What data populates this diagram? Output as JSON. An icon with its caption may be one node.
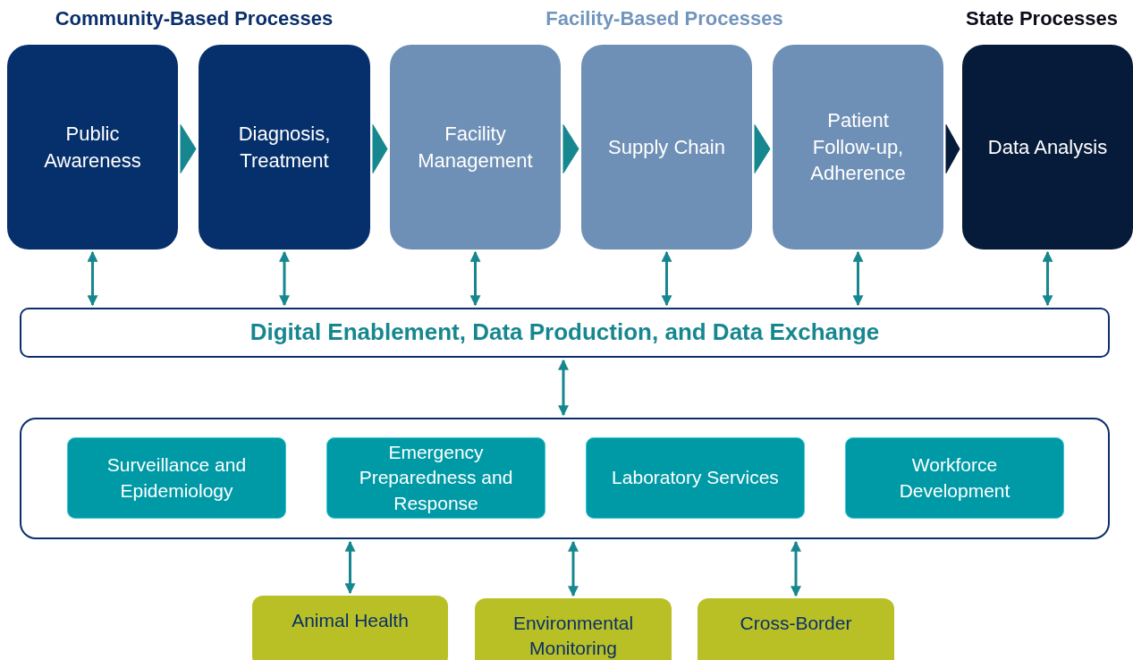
{
  "diagram": {
    "nodes": [
      {
        "text": [
          "Public Awareness"
        ]
      },
      {
        "text": [
          "Diagnosis, Treatment"
        ]
      },
      {
        "text": [
          "Facility Management"
        ]
      },
      {
        "text": [
          "Supply Chain"
        ]
      },
      {
        "text": [
          "Patient Follow-up, Adherence"
        ]
      },
      {
        "text": [
          "Data Analysis"
        ]
      },
      {
        "text": [
          "Digital Enablement, Data Production, and Data Exchange"
        ]
      },
      {
        "text": [],
        "shape": "box"
      },
      {
        "text": [
          "Surveillance and Epidemiology"
        ],
        "in": 7
      },
      {
        "text": [
          "Emergency Preparedness and Response"
        ],
        "in": 7
      },
      {
        "text": [
          "Laboratory Services"
        ],
        "in": 7
      },
      {
        "text": [
          "Workforce Development"
        ],
        "in": 7
      },
      {
        "text": [
          "Animal Health"
        ]
      },
      {
        "text": [
          "Environmental Monitoring"
        ]
      },
      {
        "text": [
          "Cross-Border"
        ]
      }
    ],
    "edges": [
      {
        "from": 0,
        "to": 1,
        "arrow": "to"
      },
      {
        "from": 1,
        "to": 2,
        "arrow": "to"
      },
      {
        "from": 2,
        "to": 3,
        "arrow": "to"
      },
      {
        "from": 3,
        "to": 4,
        "arrow": "to"
      },
      {
        "from": 4,
        "to": 5,
        "arrow": "to",
        "color": "#061a3a"
      },
      {
        "from": 0,
        "to": 6,
        "arrow": "both"
      },
      {
        "from": 1,
        "to": 6,
        "arrow": "both"
      },
      {
        "from": 2,
        "to": 6,
        "arrow": "both"
      },
      {
        "from": 3,
        "to": 6,
        "arrow": "both"
      },
      {
        "from": 4,
        "to": 6,
        "arrow": "both"
      },
      {
        "from": 5,
        "to": 6,
        "arrow": "both"
      },
      {
        "from": 6,
        "to": 7,
        "arrow": "both"
      },
      {
        "from": 7,
        "to": 12,
        "arrow": "both"
      },
      {
        "from": 7,
        "to": 13,
        "arrow": "both"
      },
      {
        "from": 7,
        "to": 14,
        "arrow": "both"
      }
    ],
    "labels": [
      "Community-Based Processes",
      "Facility-Based Processes",
      "State Processes"
    ]
  }
}
